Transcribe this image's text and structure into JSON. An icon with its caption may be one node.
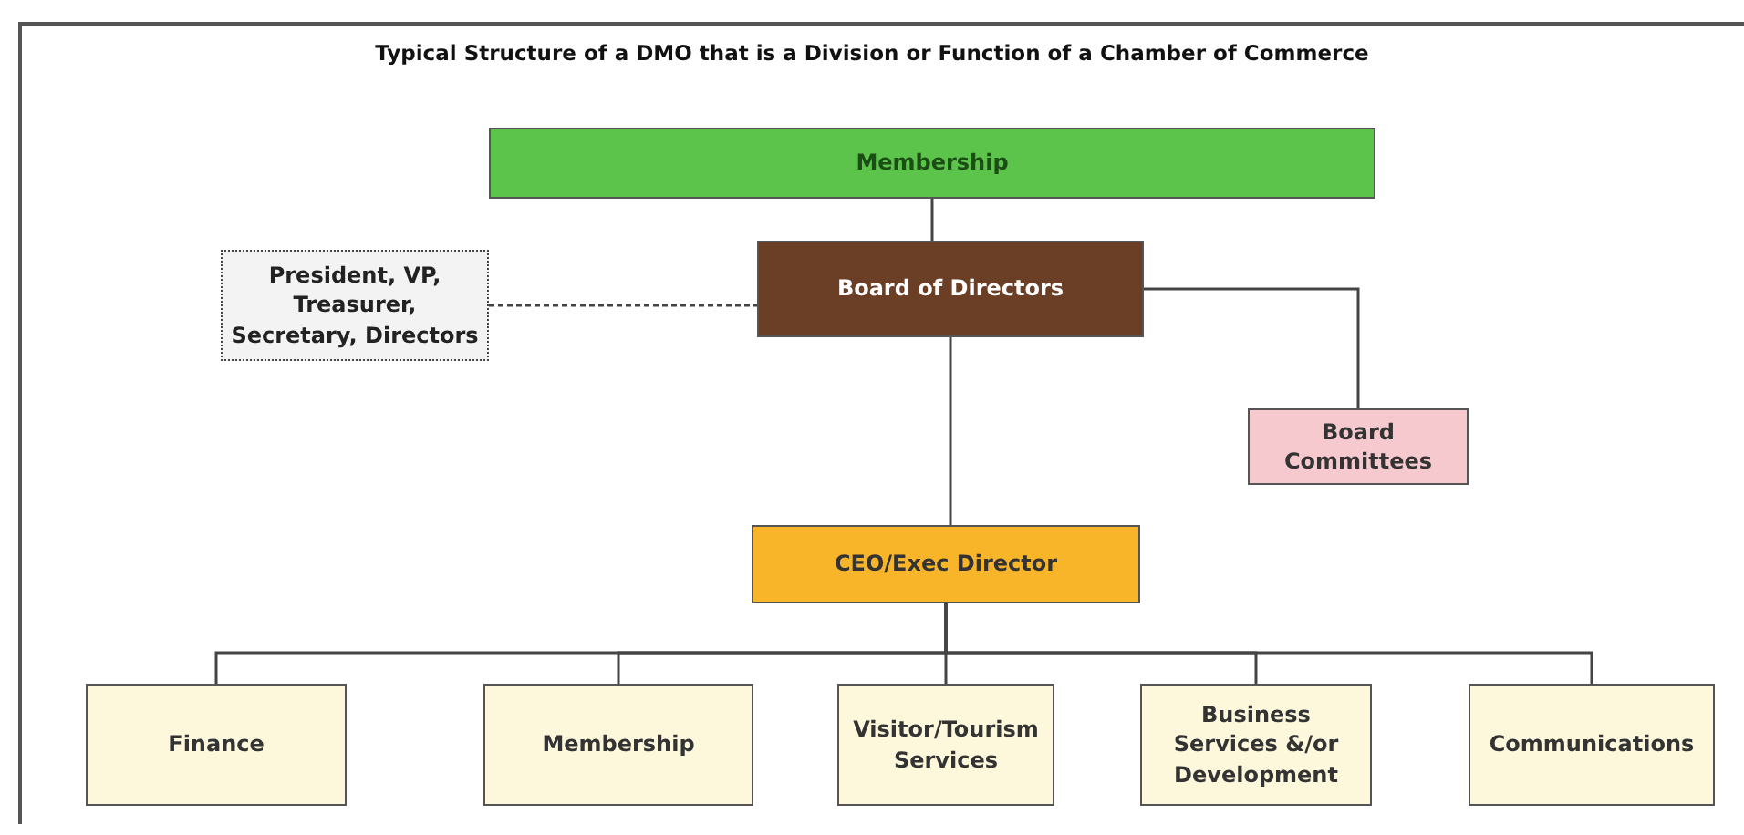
{
  "diagram": {
    "title": "Typical Structure of a DMO that is a Division or Function of a Chamber of Commerce",
    "nodes": [
      {
        "text": [
          "Membership"
        ]
      },
      {
        "text": [
          "President, VP, Treasurer, Secretary, Directors"
        ]
      },
      {
        "text": [
          "Board of Directors"
        ]
      },
      {
        "text": [
          "Board Committees"
        ]
      },
      {
        "text": [
          "CEO/Exec Director"
        ]
      },
      {
        "text": [
          "Finance"
        ]
      },
      {
        "text": [
          "Membership"
        ]
      },
      {
        "text": [
          "Visitor/Tourism Services"
        ]
      },
      {
        "text": [
          "Business Services &/or Development"
        ]
      },
      {
        "text": [
          "Communications"
        ]
      }
    ],
    "edges": [
      {
        "from": 0,
        "to": 2,
        "arrow": "none"
      },
      {
        "from": 1,
        "to": 2,
        "arrow": "none",
        "style": "dashed"
      },
      {
        "from": 2,
        "to": 3,
        "arrow": "none"
      },
      {
        "from": 2,
        "to": 4,
        "arrow": "none"
      },
      {
        "from": 4,
        "to": 5,
        "arrow": "none"
      },
      {
        "from": 4,
        "to": 6,
        "arrow": "none"
      },
      {
        "from": 4,
        "to": 7,
        "arrow": "none"
      },
      {
        "from": 4,
        "to": 8,
        "arrow": "none"
      },
      {
        "from": 4,
        "to": 9,
        "arrow": "none"
      }
    ]
  }
}
